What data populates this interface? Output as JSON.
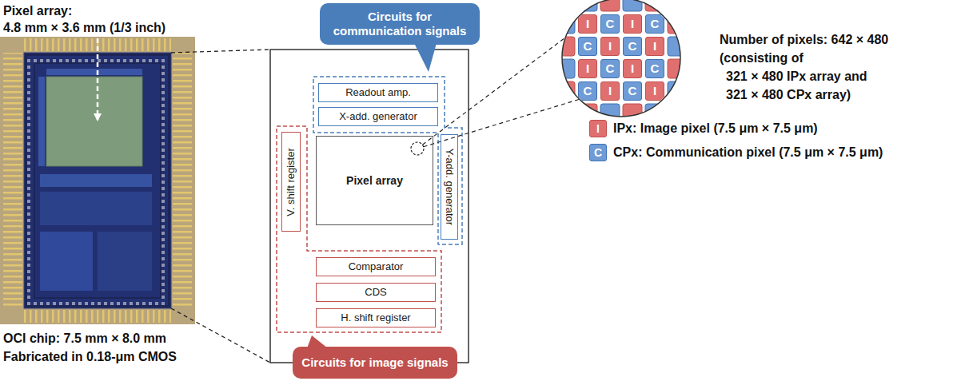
{
  "diagram": {
    "nodes": [
      {
        "text": [
          "Circuits for communication signals"
        ]
      },
      {
        "text": [
          "Readout amp."
        ]
      },
      {
        "text": [
          "X-add. generator"
        ]
      },
      {
        "text": [
          "V. shift register"
        ]
      },
      {
        "text": [
          "Pixel array"
        ]
      },
      {
        "text": [
          "Y-add. generator"
        ]
      },
      {
        "text": [
          "Comparator"
        ]
      },
      {
        "text": [
          "CDS"
        ]
      },
      {
        "text": [
          "H. shift register"
        ]
      },
      {
        "text": [
          "Circuits for image signals"
        ]
      },
      {
        "text": [
          "I"
        ]
      },
      {
        "text": [
          "C"
        ]
      },
      {
        "text": [
          "I"
        ]
      },
      {
        "text": [
          "C"
        ]
      },
      {
        "text": [
          "C"
        ]
      },
      {
        "text": [
          "I"
        ]
      },
      {
        "text": [
          "C"
        ]
      },
      {
        "text": [
          "I"
        ]
      },
      {
        "text": [
          "I"
        ]
      },
      {
        "text": [
          "C"
        ]
      },
      {
        "text": [
          "I"
        ]
      },
      {
        "text": [
          "C"
        ]
      },
      {
        "text": [
          "C"
        ]
      },
      {
        "text": [
          "I"
        ]
      },
      {
        "text": [
          "C"
        ]
      },
      {
        "text": [
          "I"
        ]
      }
    ],
    "labels": [
      "Pixel array:",
      "4.8 mm × 3.6 mm (1/3 inch)",
      "OCI chip: 7.5 mm × 8.0 mm",
      "Fabricated in 0.18-μm CMOS",
      "Number of pixels: 642 × 480",
      "(consisting of",
      "321 × 480 IPx array and",
      "321 × 480 CPx array)",
      "I",
      "C"
    ],
    "legend": [
      {
        "text": "IPx: Image pixel (7.5 μm × 7.5 μm)",
        "color": "#e07070"
      },
      {
        "text": "CPx: Communication pixel (7.5 μm × 7.5 μm)",
        "color": "#6f9bd6"
      }
    ]
  }
}
